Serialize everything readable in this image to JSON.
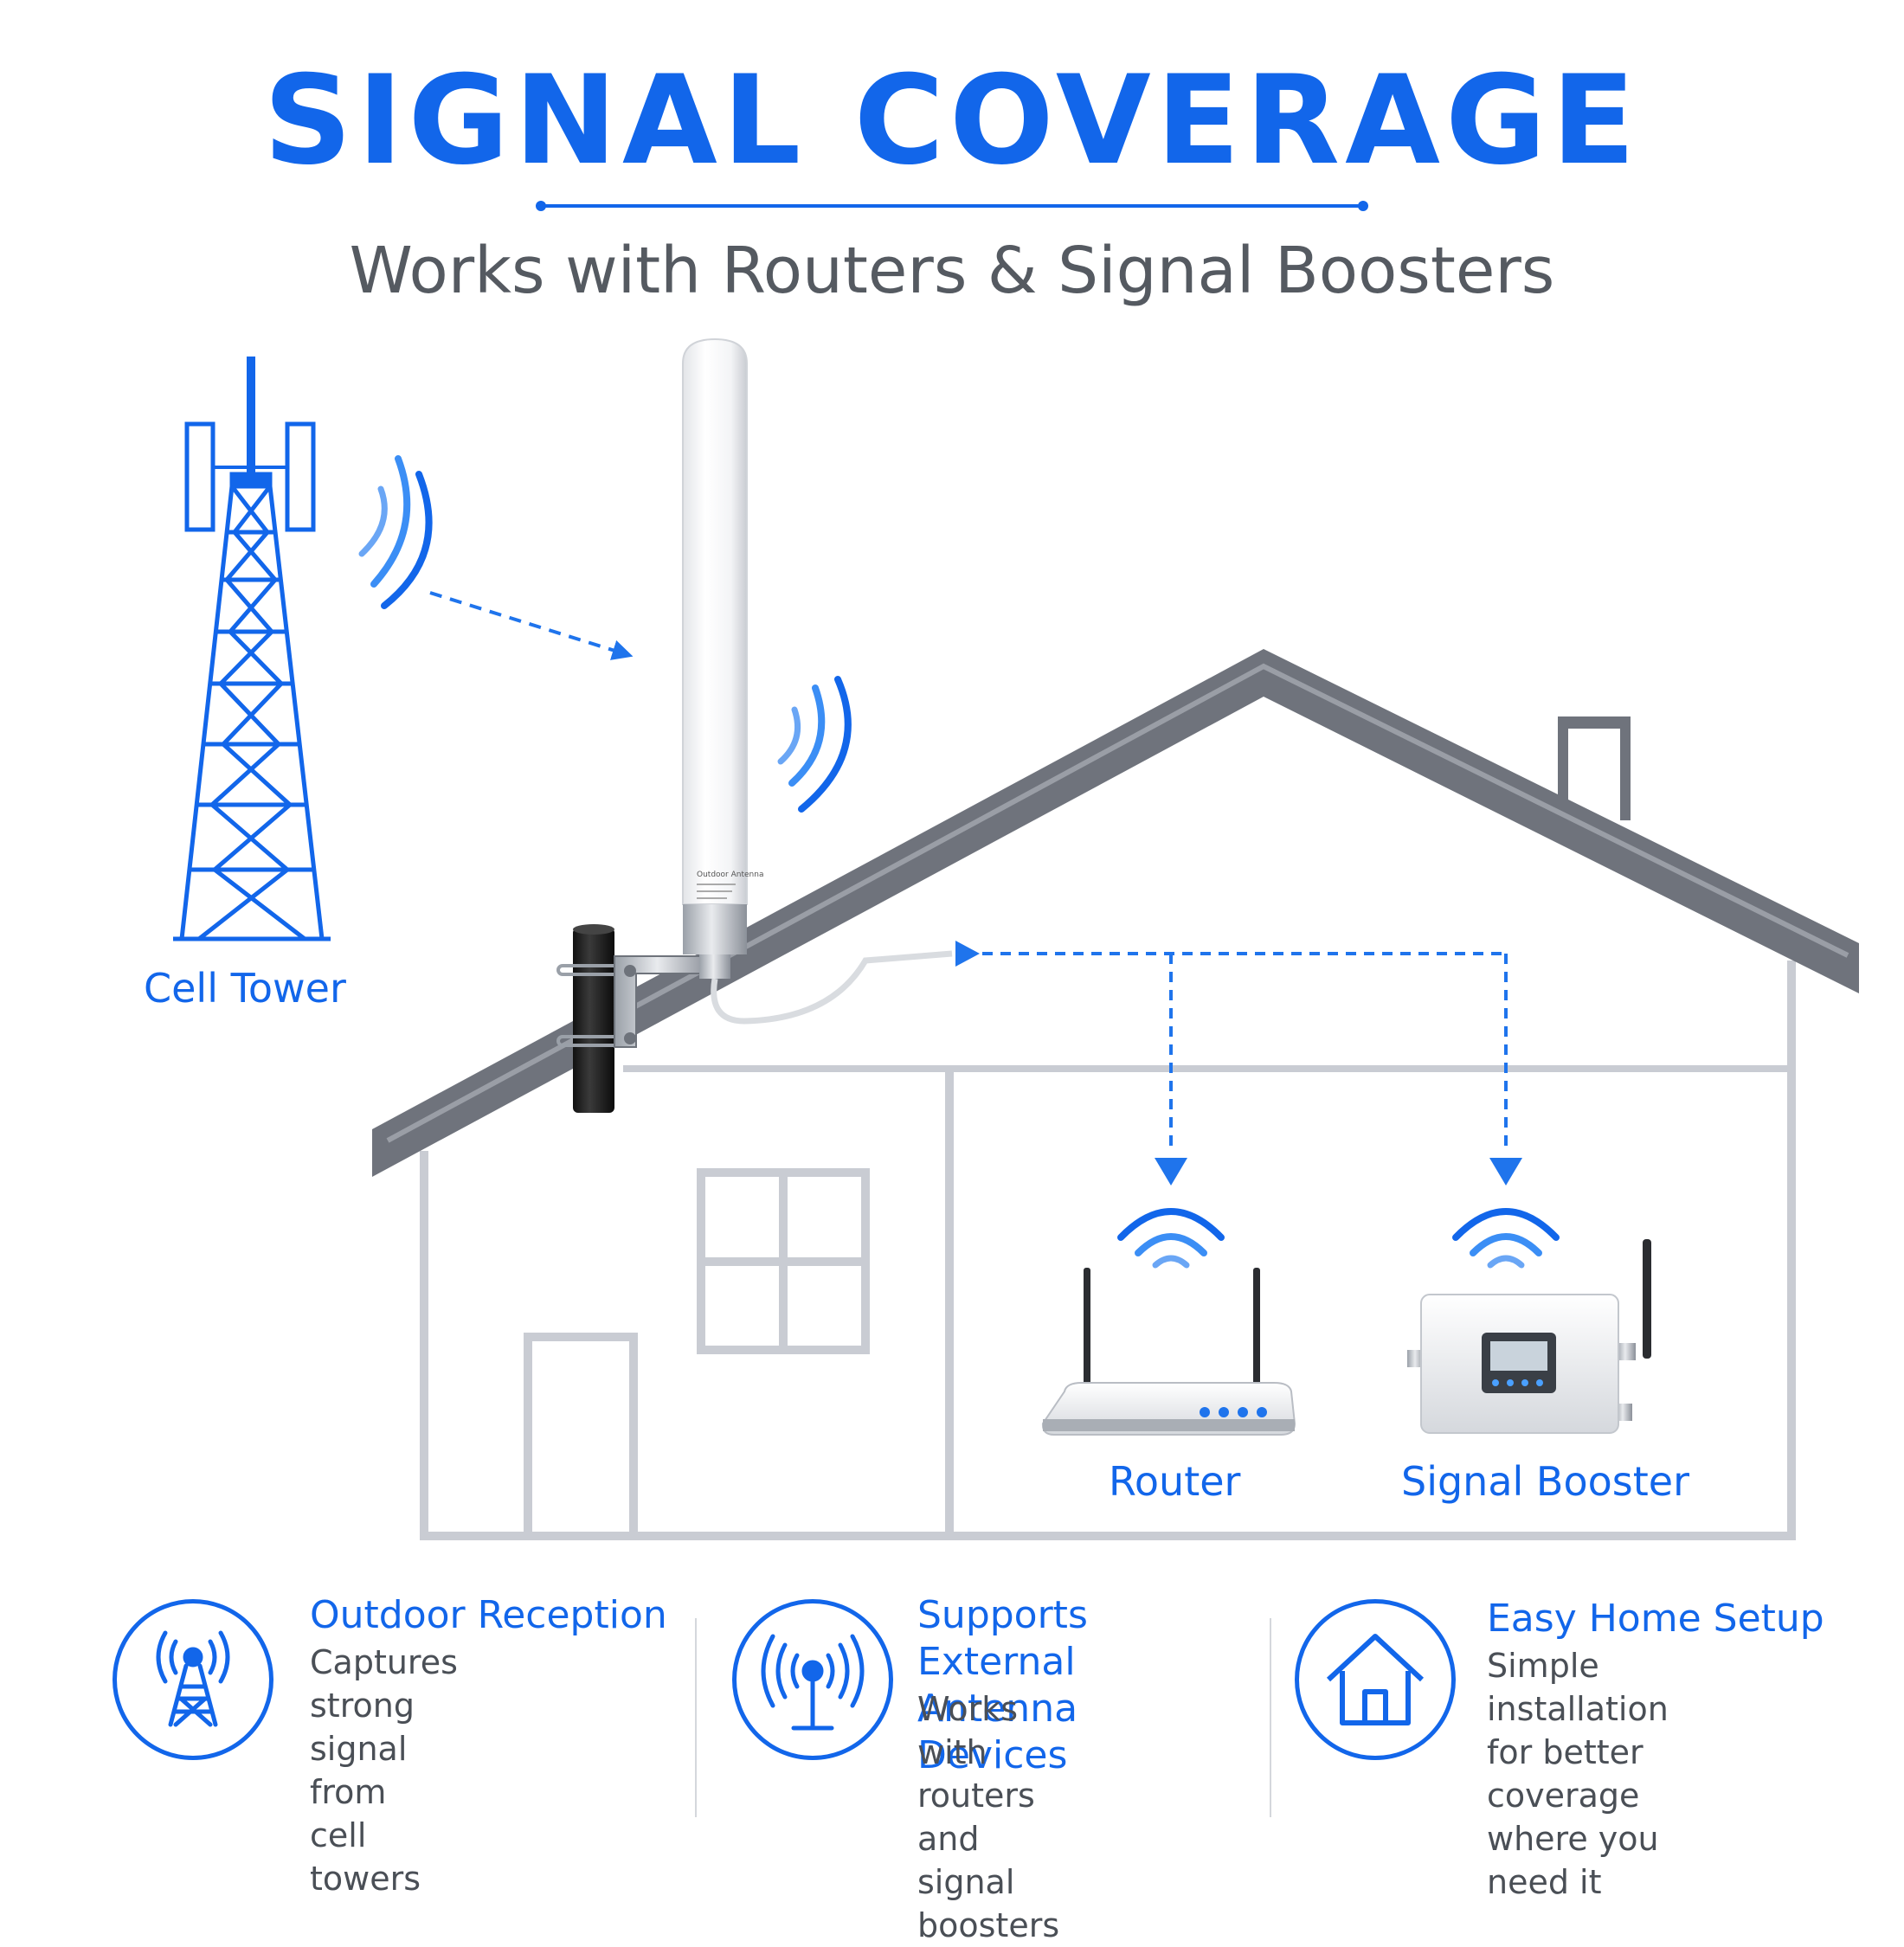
{
  "header": {
    "title": "SIGNAL COVERAGE",
    "subtitle": "Works with Routers & Signal Boosters"
  },
  "diagram": {
    "tower_label": "Cell Tower",
    "router_label": "Router",
    "booster_label": "Signal Booster",
    "antenna_print": "Outdoor Antenna"
  },
  "features": [
    {
      "icon": "cell-tower-icon",
      "title": "Outdoor Reception",
      "description": "Captures strong\nsignal from\ncell towers"
    },
    {
      "icon": "antenna-icon",
      "title": "Supports External\nAntenna Devices",
      "description": "Works with routers\nand signal boosters"
    },
    {
      "icon": "home-icon",
      "title": "Easy Home Setup",
      "description": "Simple installation\nfor better coverage\nwhere you need it"
    }
  ],
  "colors": {
    "accent": "#1266ea",
    "signal_light": "#3b8ef5",
    "roof": "#6f737c",
    "text_gray": "#555a61",
    "house_wall": "#c9ccd3"
  }
}
